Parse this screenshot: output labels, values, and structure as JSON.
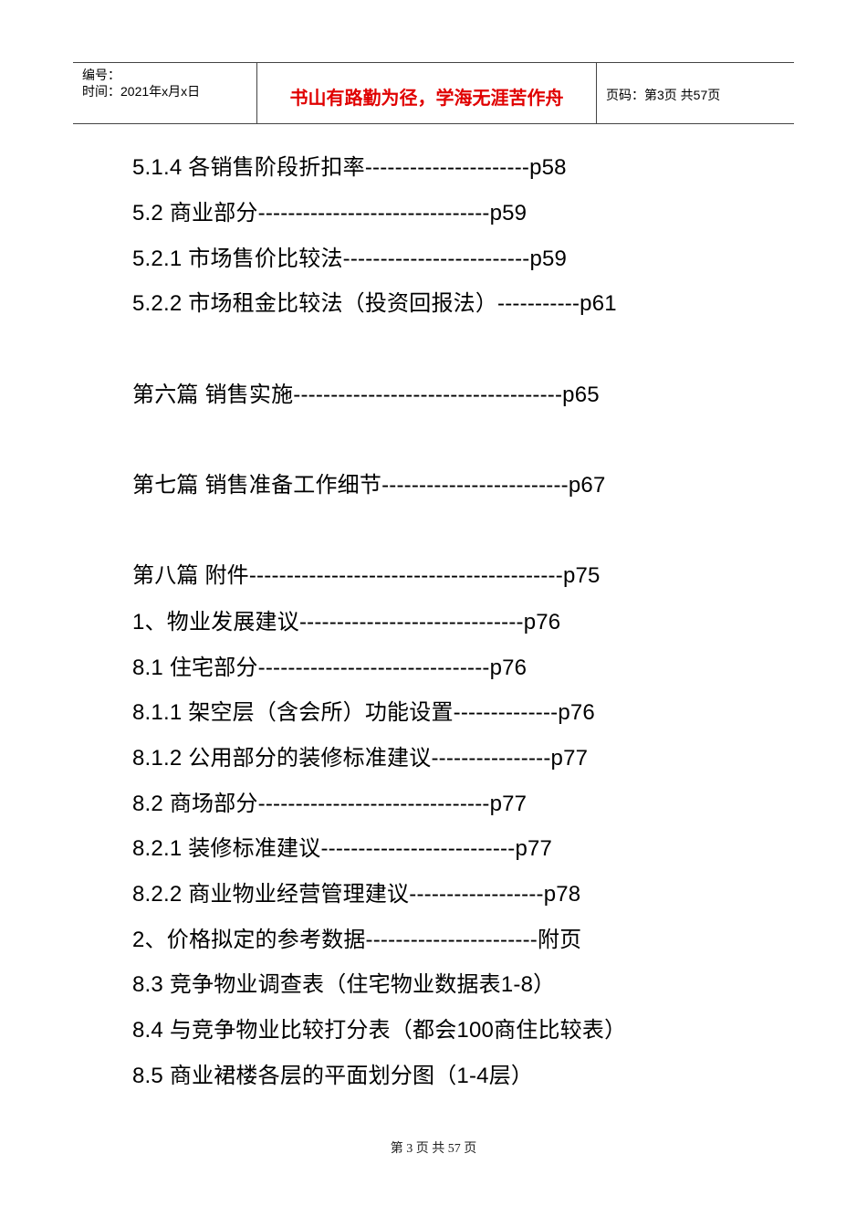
{
  "header": {
    "number_label": "编号：",
    "time_label": "时间：2021年x月x日",
    "motto": "书山有路勤为径，学海无涯苦作舟",
    "page_info": "页码：第3页  共57页"
  },
  "toc": [
    "5.1.4 各销售阶段折扣率----------------------p58",
    "5.2 商业部分-------------------------------p59",
    "5.2.1 市场售价比较法-------------------------p59",
    "5.2.2 市场租金比较法（投资回报法）-----------p61",
    "第六篇  销售实施------------------------------------p65",
    "第七篇  销售准备工作细节-------------------------p67",
    "第八篇  附件------------------------------------------p75",
    "1、物业发展建议------------------------------p76",
    "8.1 住宅部分-------------------------------p76",
    "8.1.1 架空层（含会所）功能设置--------------p76",
    "8.1.2 公用部分的装修标准建议----------------p77",
    "8.2 商场部分-------------------------------p77",
    "8.2.1 装修标准建议--------------------------p77",
    "8.2.2 商业物业经营管理建议------------------p78",
    "2、价格拟定的参考数据-----------------------附页",
    "8.3 竞争物业调查表（住宅物业数据表1-8）",
    "8.4 与竞争物业比较打分表（都会100商住比较表）",
    "8.5 商业裙楼各层的平面划分图（1-4层）"
  ],
  "footer": {
    "page_text": "第 3 页  共 57 页"
  }
}
